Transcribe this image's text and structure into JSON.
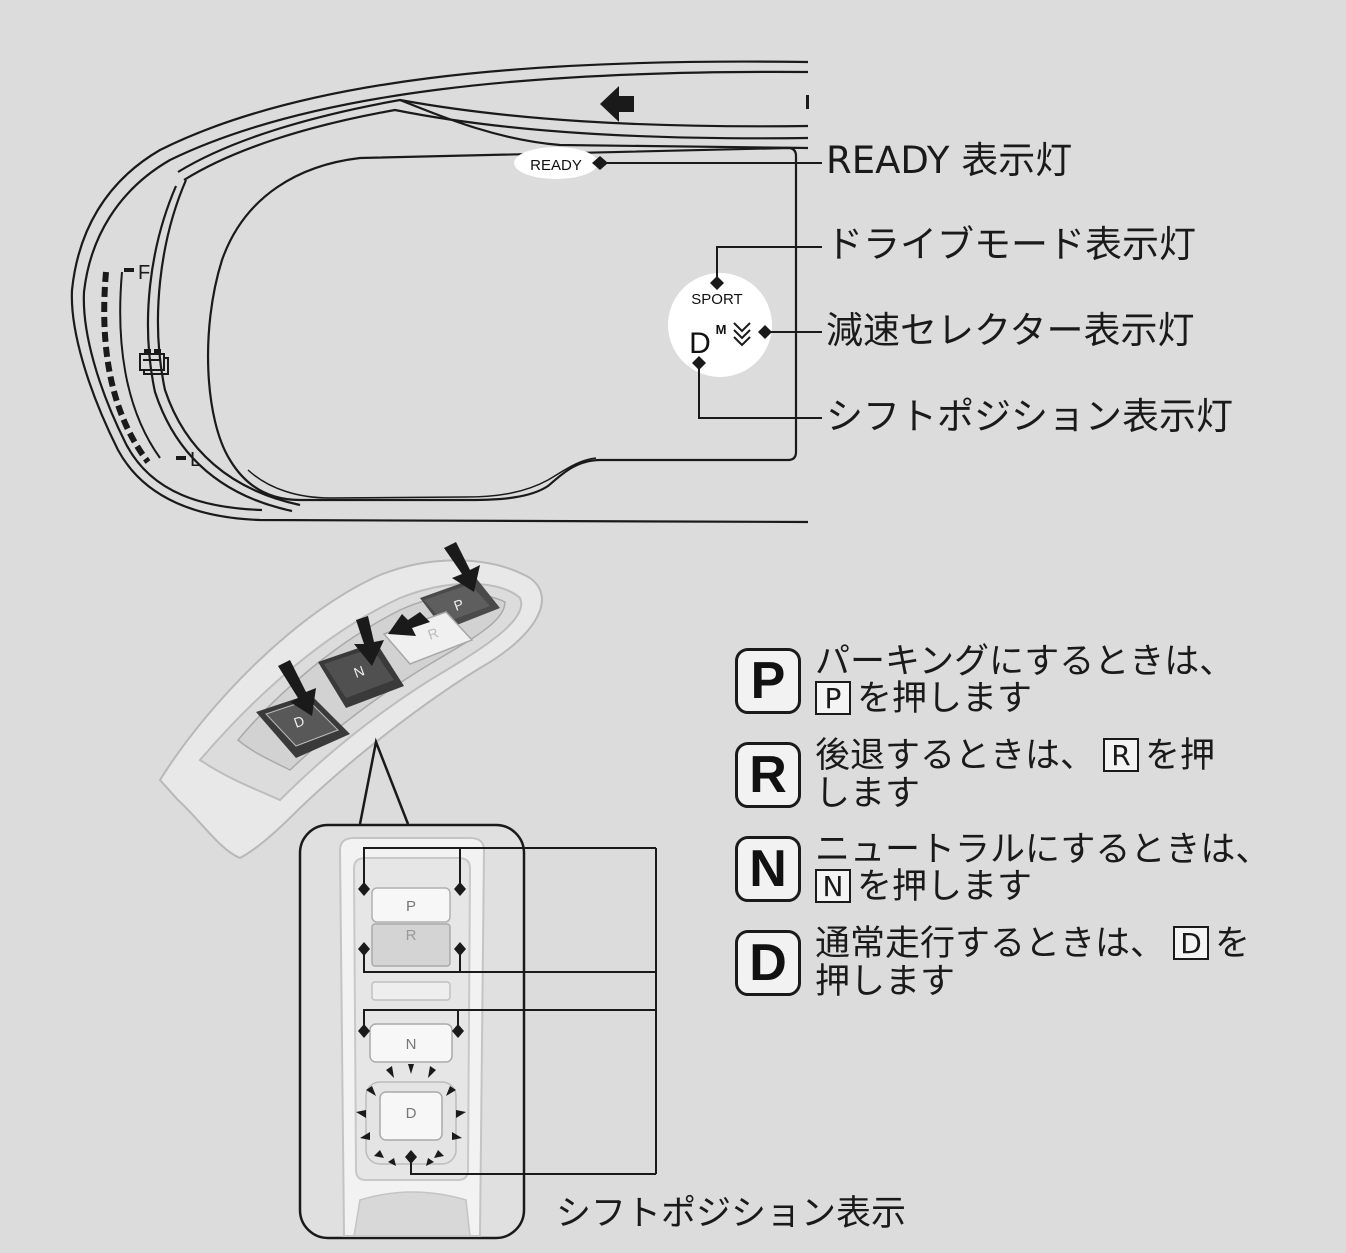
{
  "meter": {
    "ready_badge": "READY",
    "sport_badge": "SPORT",
    "shift_letter": "D",
    "shift_mode": "M",
    "fuel_full": "F",
    "fuel_low": "L"
  },
  "callouts": {
    "ready": "READY 表示灯",
    "drive_mode": "ドライブモード表示灯",
    "decel": "減速セレクター表示灯",
    "shift_position": "シフトポジション表示灯",
    "shift_display": "シフトポジション表示"
  },
  "buttons": {
    "p": "P",
    "r": "R",
    "n": "N",
    "d": "D"
  },
  "legend": [
    {
      "key": "P",
      "line1": "パーキングにするときは、",
      "line2_key": "P",
      "line2": "を押します"
    },
    {
      "key": "R",
      "line1_a": "後退するときは、",
      "line1_key": "R",
      "line1_b": "を押",
      "line2": "します"
    },
    {
      "key": "N",
      "line1": "ニュートラルにするときは、",
      "line2_key": "N",
      "line2": "を押します"
    },
    {
      "key": "D",
      "line1_a": "通常走行するときは、",
      "line1_key": "D",
      "line1_b": "を",
      "line2": "押します"
    }
  ]
}
